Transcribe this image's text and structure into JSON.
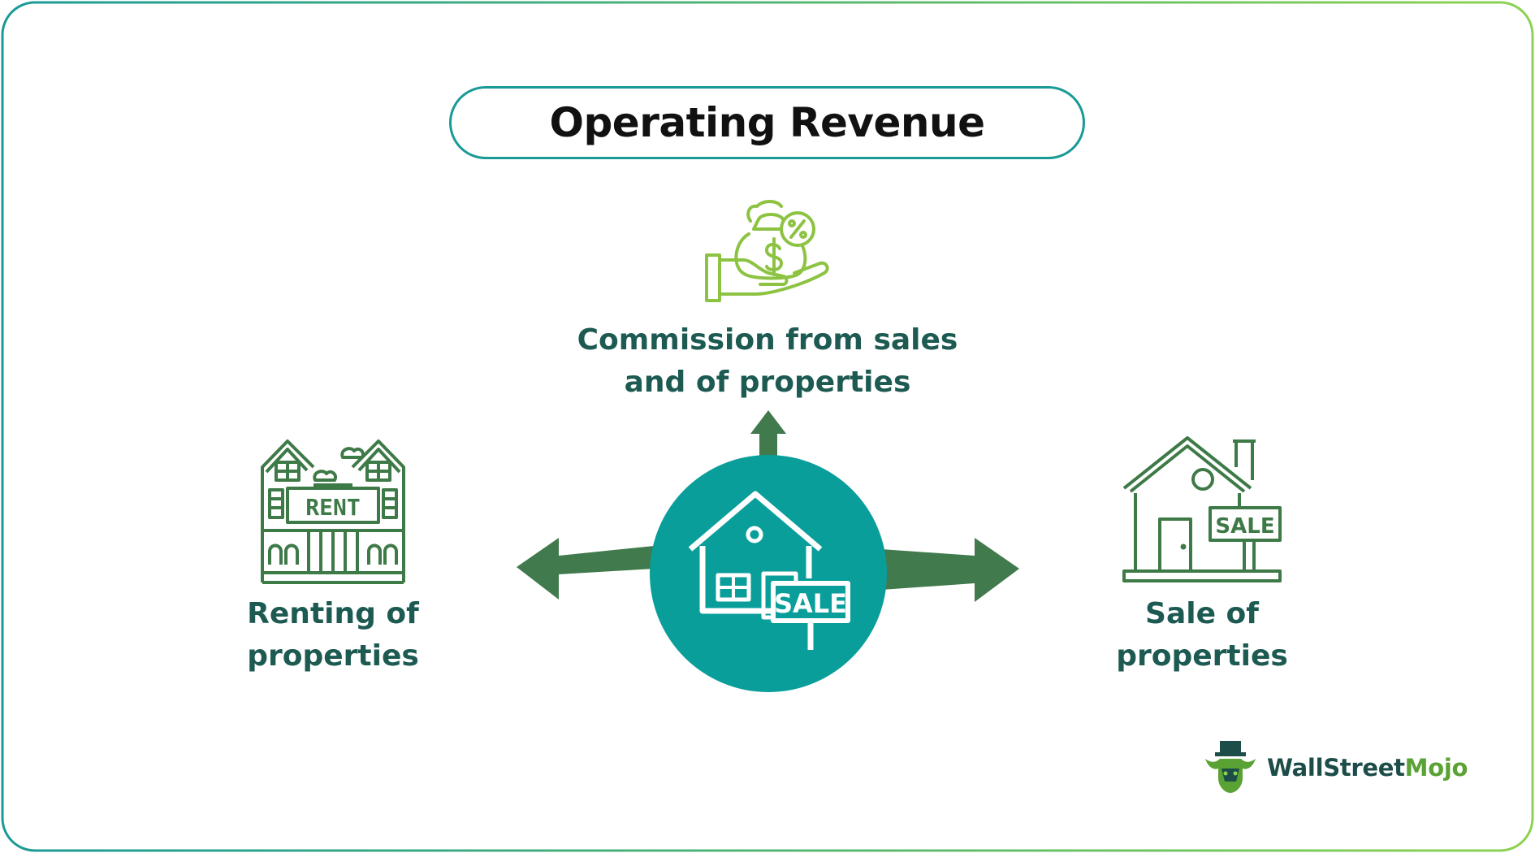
{
  "title": "Operating Revenue",
  "center_sign": "SALE",
  "items": {
    "top": {
      "line1": "Commission from sales",
      "line2": "and of properties",
      "icon": "money-bag-hand-icon"
    },
    "left": {
      "line1": "Renting of",
      "line2": "properties",
      "icon": "rent-building-icon",
      "sign": "RENT"
    },
    "right": {
      "line1": "Sale of",
      "line2": "properties",
      "icon": "house-sale-icon",
      "sign": "SALE"
    }
  },
  "brand": {
    "part1": "WallStreet",
    "part2": "Mojo"
  },
  "colors": {
    "teal": "#0a9e9b",
    "arrow": "#417a4c",
    "icon_green": "#3e7a47",
    "icon_lime": "#8dc342",
    "label_text": "#1d5a52",
    "border_start": "#1a9a97",
    "border_end": "#8dd352"
  }
}
